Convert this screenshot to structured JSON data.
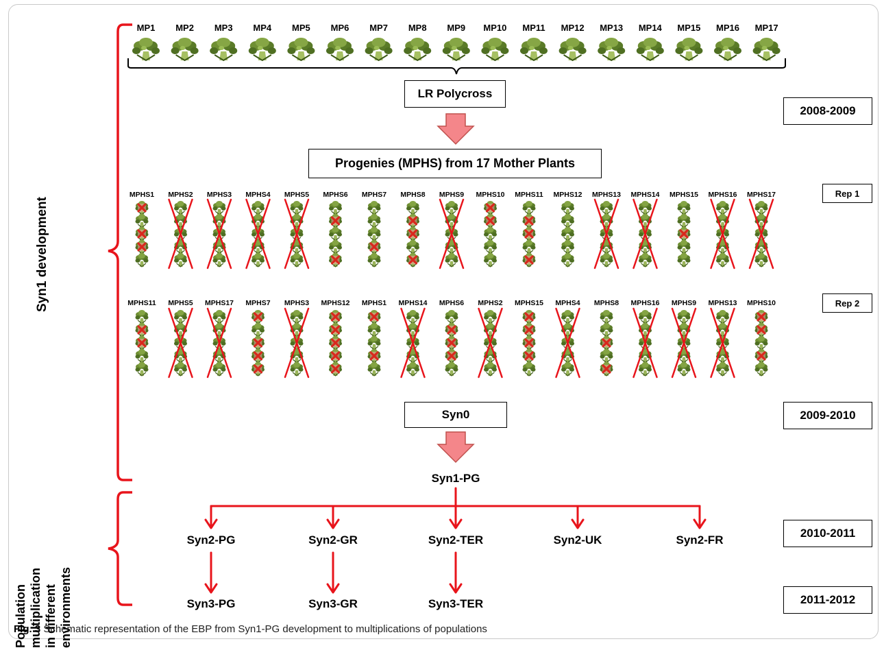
{
  "figure": {
    "caption_label": "Fig. 3",
    "caption_text": " Schematic representation of the EBP from Syn1-PG development to multiplications of populations"
  },
  "side_labels": {
    "syn1": "Syn1 development",
    "population_lines": [
      "Population",
      "multiplication",
      "in different",
      "environments"
    ]
  },
  "mother_plants": [
    "MP1",
    "MP2",
    "MP3",
    "MP4",
    "MP5",
    "MP6",
    "MP7",
    "MP8",
    "MP9",
    "MP10",
    "MP11",
    "MP12",
    "MP13",
    "MP14",
    "MP15",
    "MP16",
    "MP17"
  ],
  "boxes": {
    "polycross": "LR Polycross",
    "progenies": "Progenies (MPHS) from 17 Mother Plants",
    "syn0": "Syn0"
  },
  "years": {
    "y1": "2008-2009",
    "y2": "2009-2010",
    "y3": "2010-2011",
    "y4": "2011-2012"
  },
  "reps": {
    "rep1": {
      "label": "Rep 1",
      "columns": [
        {
          "name": "MPHS1",
          "crossed": false,
          "rejected": [
            0,
            2,
            3
          ]
        },
        {
          "name": "MPHS2",
          "crossed": true,
          "rejected": []
        },
        {
          "name": "MPHS3",
          "crossed": true,
          "rejected": []
        },
        {
          "name": "MPHS4",
          "crossed": true,
          "rejected": []
        },
        {
          "name": "MPHS5",
          "crossed": true,
          "rejected": []
        },
        {
          "name": "MPHS6",
          "crossed": false,
          "rejected": [
            1,
            4
          ]
        },
        {
          "name": "MPHS7",
          "crossed": false,
          "rejected": [
            3
          ]
        },
        {
          "name": "MPHS8",
          "crossed": false,
          "rejected": [
            1,
            2,
            4
          ]
        },
        {
          "name": "MPHS9",
          "crossed": true,
          "rejected": []
        },
        {
          "name": "MPHS10",
          "crossed": false,
          "rejected": [
            0,
            1
          ]
        },
        {
          "name": "MPHS11",
          "crossed": false,
          "rejected": [
            1,
            2,
            4
          ]
        },
        {
          "name": "MPHS12",
          "crossed": false,
          "rejected": []
        },
        {
          "name": "MPHS13",
          "crossed": true,
          "rejected": []
        },
        {
          "name": "MPHS14",
          "crossed": true,
          "rejected": []
        },
        {
          "name": "MPHS15",
          "crossed": false,
          "rejected": [
            2
          ]
        },
        {
          "name": "MPHS16",
          "crossed": true,
          "rejected": []
        },
        {
          "name": "MPHS17",
          "crossed": true,
          "rejected": []
        }
      ]
    },
    "rep2": {
      "label": "Rep 2",
      "columns": [
        {
          "name": "MPHS11",
          "crossed": false,
          "rejected": [
            1,
            2
          ]
        },
        {
          "name": "MPHS5",
          "crossed": true,
          "rejected": []
        },
        {
          "name": "MPHS17",
          "crossed": true,
          "rejected": []
        },
        {
          "name": "MPHS7",
          "crossed": false,
          "rejected": [
            0,
            2,
            3,
            4
          ]
        },
        {
          "name": "MPHS3",
          "crossed": true,
          "rejected": []
        },
        {
          "name": "MPHS12",
          "crossed": false,
          "rejected": [
            0,
            1,
            2,
            3,
            4
          ]
        },
        {
          "name": "MPHS1",
          "crossed": false,
          "rejected": [
            0,
            3
          ]
        },
        {
          "name": "MPHS14",
          "crossed": true,
          "rejected": []
        },
        {
          "name": "MPHS6",
          "crossed": false,
          "rejected": [
            1,
            2,
            3
          ]
        },
        {
          "name": "MPHS2",
          "crossed": true,
          "rejected": []
        },
        {
          "name": "MPHS15",
          "crossed": false,
          "rejected": [
            0,
            1,
            2,
            3
          ]
        },
        {
          "name": "MPHS4",
          "crossed": true,
          "rejected": []
        },
        {
          "name": "MPHS8",
          "crossed": false,
          "rejected": [
            2,
            4
          ]
        },
        {
          "name": "MPHS16",
          "crossed": true,
          "rejected": []
        },
        {
          "name": "MPHS9",
          "crossed": true,
          "rejected": []
        },
        {
          "name": "MPHS13",
          "crossed": true,
          "rejected": []
        },
        {
          "name": "MPHS10",
          "crossed": false,
          "rejected": [
            0,
            1,
            3
          ]
        }
      ]
    }
  },
  "flow": {
    "syn1": "Syn1-PG",
    "syn2": [
      "Syn2-PG",
      "Syn2-GR",
      "Syn2-TER",
      "Syn2-UK",
      "Syn2-FR"
    ],
    "syn3": [
      "Syn3-PG",
      "Syn3-GR",
      "Syn3-TER"
    ]
  },
  "colors": {
    "bracket_red": "#e8141b",
    "block_arrow_fill": "#f4868a",
    "reject_x": "#d9281e",
    "broccoli_dark": "#3c5a1d",
    "broccoli_light": "#7a9c3a"
  }
}
